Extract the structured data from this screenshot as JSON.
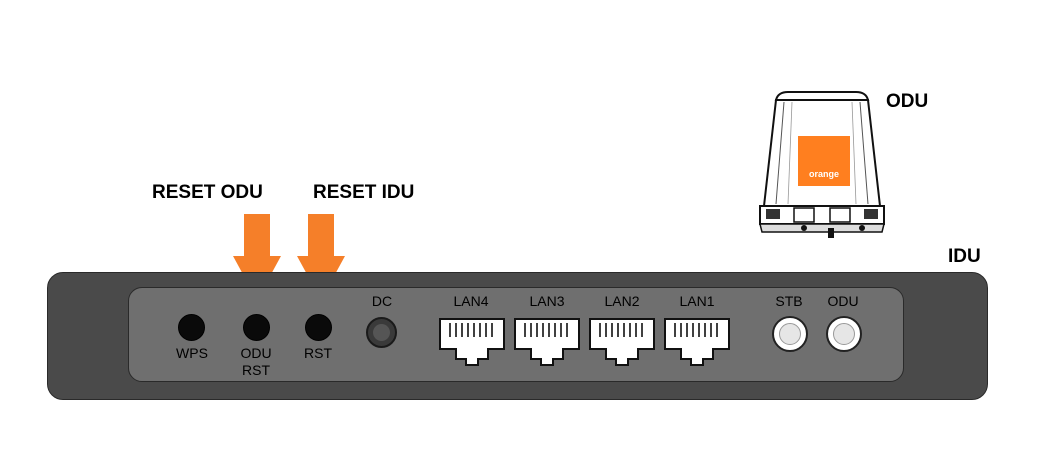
{
  "callouts": {
    "reset_odu": "RESET ODU",
    "reset_idu": "RESET IDU",
    "odu_title": "ODU",
    "idu_title": "IDU"
  },
  "odu_device": {
    "brand_label": "orange",
    "brand_color": "#ff7f1f"
  },
  "arrow_color": "#f57f29",
  "ports": {
    "wps": "WPS",
    "odu_rst_line1": "ODU",
    "odu_rst_line2": "RST",
    "rst": "RST",
    "dc": "DC",
    "lan4": "LAN4",
    "lan3": "LAN3",
    "lan2": "LAN2",
    "lan1": "LAN1",
    "stb": "STB",
    "odu": "ODU"
  }
}
